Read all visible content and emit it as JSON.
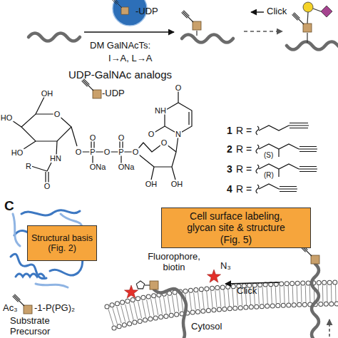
{
  "diagram": {
    "nodes": [
      {
        "text": [
          "Structural basis (Fig. 2)"
        ]
      },
      {
        "text": [
          "Cell surface labeling, glycan site & structure (Fig. 5)"
        ]
      }
    ],
    "labels": [
      "-UDP",
      "Click",
      "DM GalNAcTs:",
      "I→A, L→A",
      "UDP-GalNAc analogs",
      "-UDP",
      "OH",
      "HO",
      "O",
      "HO",
      "HN",
      "O",
      "R",
      "O",
      "P",
      "O",
      "P",
      "O",
      "O",
      "O",
      "ONa",
      "ONa",
      "O",
      "OH",
      "OH",
      "N",
      "NH",
      "O",
      "O",
      "1",
      "R =",
      "2",
      "R =",
      "3",
      "R =",
      "4",
      "R =",
      "(S)",
      "(R)",
      "C",
      "Fluorophore, biotin",
      "N₃",
      "Click",
      "Cytosol",
      "Ac₃",
      "-1-P(PG)₂",
      "Substrate",
      "Precursor"
    ]
  }
}
